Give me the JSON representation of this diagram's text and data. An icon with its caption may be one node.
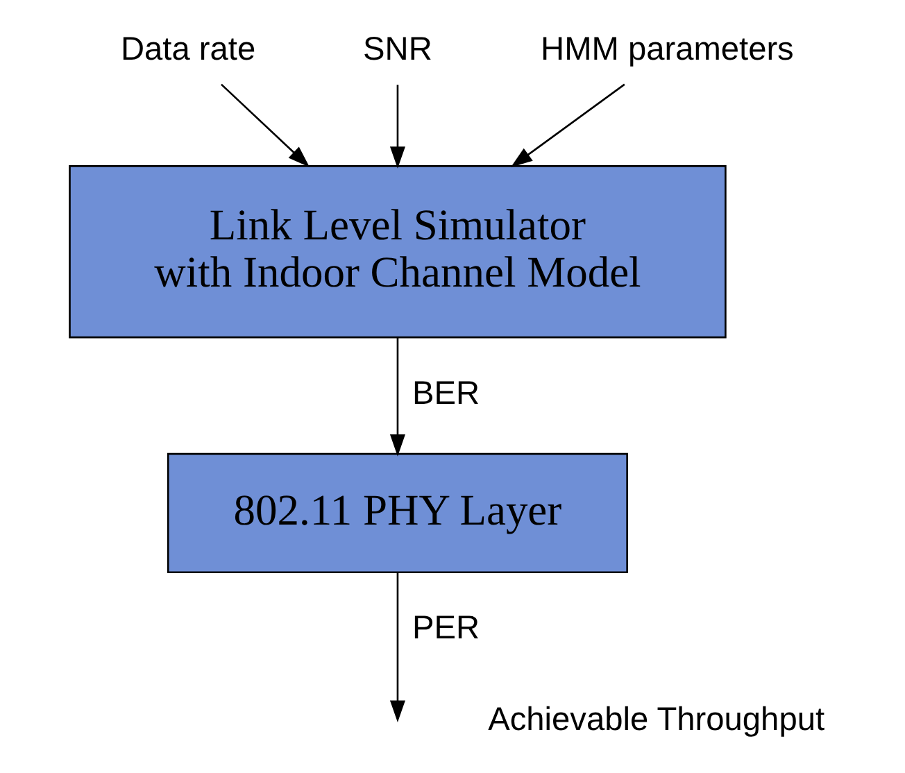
{
  "diagram": {
    "nodes": [
      {
        "text": [
          "Data rate"
        ]
      },
      {
        "text": [
          "SNR"
        ]
      },
      {
        "text": [
          "HMM parameters"
        ]
      },
      {
        "text": [
          "Link Level Simulator with Indoor Channel Model"
        ]
      },
      {
        "text": [
          "802.11 PHY Layer"
        ]
      }
    ],
    "edges": [
      {
        "from": 0,
        "to": 3,
        "arrow": "to"
      },
      {
        "from": 1,
        "to": 3,
        "arrow": "to"
      },
      {
        "from": 2,
        "to": 3,
        "arrow": "to"
      },
      {
        "from": 3,
        "to": 4,
        "arrow": "to",
        "label": "BER"
      },
      {
        "from": 4,
        "to": null,
        "arrow": "to",
        "label": "PER"
      }
    ],
    "labels": [
      "Achievable Throughput"
    ]
  }
}
